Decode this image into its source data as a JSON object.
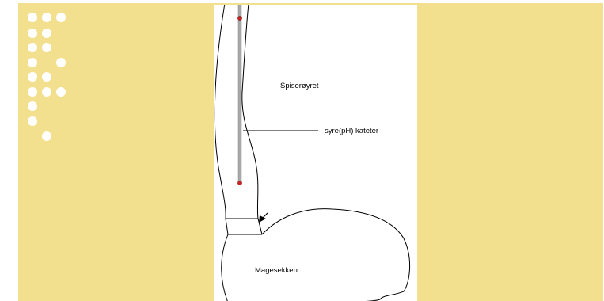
{
  "diagram": {
    "labels": {
      "esophagus": "Spiserøyret",
      "catheter": "syre(pH) kateter",
      "stomach": "Magesekken"
    }
  },
  "colors": {
    "slide_background": "#f3e08f",
    "dots": "#ffffff",
    "catheter": "#a8a8a8",
    "sensor": "#cc2222",
    "outline": "#000000"
  }
}
